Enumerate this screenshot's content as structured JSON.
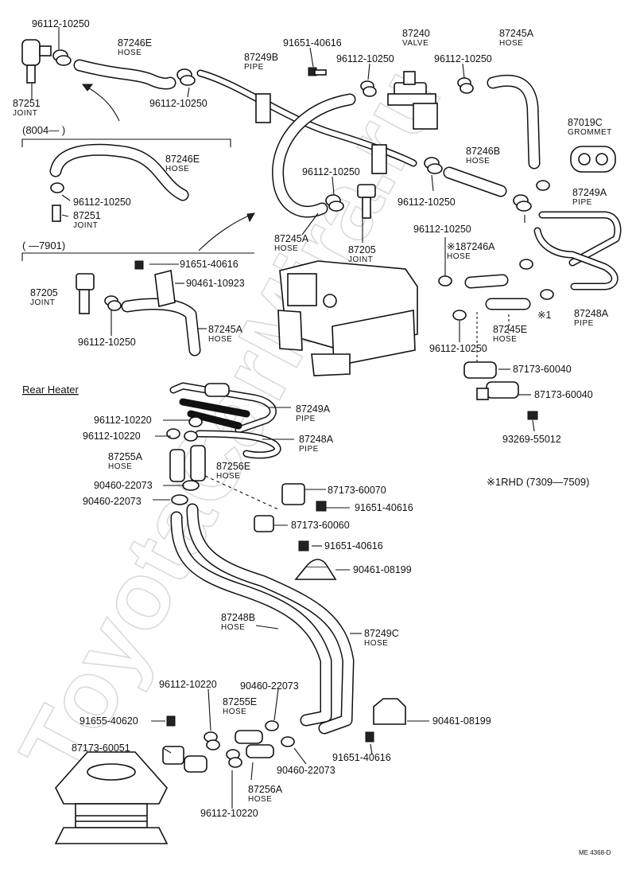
{
  "watermark": "ToyotaCarMira.ru",
  "footer_code": "ME 4368-D",
  "section_labels": {
    "rear_heater": "Rear Heater",
    "range_8004": "(8004―        )",
    "range_7901": "(        ―7901)",
    "rhd_note": "※1RHD  (7309―7509)"
  },
  "callouts": [
    {
      "id": "c1",
      "pn": "96112-10250"
    },
    {
      "id": "c2",
      "pn": "87246E",
      "sub": "HOSE"
    },
    {
      "id": "c3",
      "pn": "91651-40616"
    },
    {
      "id": "c4",
      "pn": "87240",
      "sub": "VALVE"
    },
    {
      "id": "c5",
      "pn": "87245A",
      "sub": "HOSE"
    },
    {
      "id": "c6",
      "pn": "87249B",
      "sub": "PIPE"
    },
    {
      "id": "c7",
      "pn": "96112-10250"
    },
    {
      "id": "c8",
      "pn": "96112-10250"
    },
    {
      "id": "c9",
      "pn": "87251",
      "sub": "JOINT"
    },
    {
      "id": "c10",
      "pn": "96112-10250"
    },
    {
      "id": "c11",
      "pn": "87019C",
      "sub": "GROMMET"
    },
    {
      "id": "c12",
      "pn": "87246E",
      "sub": "HOSE"
    },
    {
      "id": "c13",
      "pn": "96112-10250"
    },
    {
      "id": "c14",
      "pn": "87246B",
      "sub": "HOSE"
    },
    {
      "id": "c15",
      "pn": "96112-10250"
    },
    {
      "id": "c16",
      "pn": "87251",
      "sub": "JOINT"
    },
    {
      "id": "c17",
      "pn": "96112-10250"
    },
    {
      "id": "c18",
      "pn": "87249A",
      "sub": "PIPE"
    },
    {
      "id": "c19",
      "pn": "87245A",
      "sub": "HOSE"
    },
    {
      "id": "c20",
      "pn": "87205",
      "sub": "JOINT"
    },
    {
      "id": "c21",
      "pn": "96112-10250"
    },
    {
      "id": "c22",
      "pn": "91651-40616"
    },
    {
      "id": "c23",
      "pn": "※187246A",
      "sub": "HOSE"
    },
    {
      "id": "c24",
      "pn": "90461-10923"
    },
    {
      "id": "c25",
      "pn": "87205",
      "sub": "JOINT"
    },
    {
      "id": "c26",
      "pn": "87245A",
      "sub": "HOSE"
    },
    {
      "id": "c27",
      "pn": "96112-10250"
    },
    {
      "id": "c28",
      "pn": "87245E",
      "sub": "HOSE"
    },
    {
      "id": "c29",
      "pn": "※1"
    },
    {
      "id": "c30",
      "pn": "87248A",
      "sub": "PIPE"
    },
    {
      "id": "c31",
      "pn": "96112-10250"
    },
    {
      "id": "c32",
      "pn": "87173-60040"
    },
    {
      "id": "c33",
      "pn": "87173-60040"
    },
    {
      "id": "c34",
      "pn": "96112-10220"
    },
    {
      "id": "c35",
      "pn": "87249A",
      "sub": "PIPE"
    },
    {
      "id": "c36",
      "pn": "96112-10220"
    },
    {
      "id": "c37",
      "pn": "87248A",
      "sub": "PIPE"
    },
    {
      "id": "c38",
      "pn": "93269-55012"
    },
    {
      "id": "c39",
      "pn": "87255A",
      "sub": "HOSE"
    },
    {
      "id": "c40",
      "pn": "87256E",
      "sub": "HOSE"
    },
    {
      "id": "c41",
      "pn": "90460-22073"
    },
    {
      "id": "c42",
      "pn": "90460-22073"
    },
    {
      "id": "c43",
      "pn": "87173-60070"
    },
    {
      "id": "c44",
      "pn": "91651-40616"
    },
    {
      "id": "c45",
      "pn": "87173-60060"
    },
    {
      "id": "c46",
      "pn": "91651-40616"
    },
    {
      "id": "c47",
      "pn": "90461-08199"
    },
    {
      "id": "c48",
      "pn": "87248B",
      "sub": "HOSE"
    },
    {
      "id": "c49",
      "pn": "87249C",
      "sub": "HOSE"
    },
    {
      "id": "c50",
      "pn": "96112-10220"
    },
    {
      "id": "c51",
      "pn": "90460-22073"
    },
    {
      "id": "c52",
      "pn": "87255E",
      "sub": "HOSE"
    },
    {
      "id": "c53",
      "pn": "91655-40620"
    },
    {
      "id": "c54",
      "pn": "90461-08199"
    },
    {
      "id": "c55",
      "pn": "87173-60051"
    },
    {
      "id": "c56",
      "pn": "91651-40616"
    },
    {
      "id": "c57",
      "pn": "90460-22073"
    },
    {
      "id": "c58",
      "pn": "87256A",
      "sub": "HOSE"
    },
    {
      "id": "c59",
      "pn": "96112-10220"
    }
  ]
}
